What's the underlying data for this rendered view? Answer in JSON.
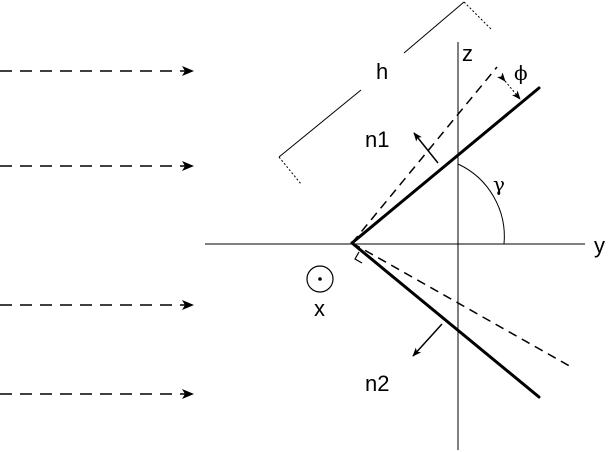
{
  "labels": {
    "h": "h",
    "z": "z",
    "y": "y",
    "x": "x",
    "n1": "n1",
    "n2": "n2",
    "gamma": "γ",
    "phi": "ϕ"
  },
  "colors": {
    "ink": "#000000",
    "background": "#ffffff"
  },
  "arrows": {
    "incoming_count": 4,
    "style": "dashed"
  }
}
